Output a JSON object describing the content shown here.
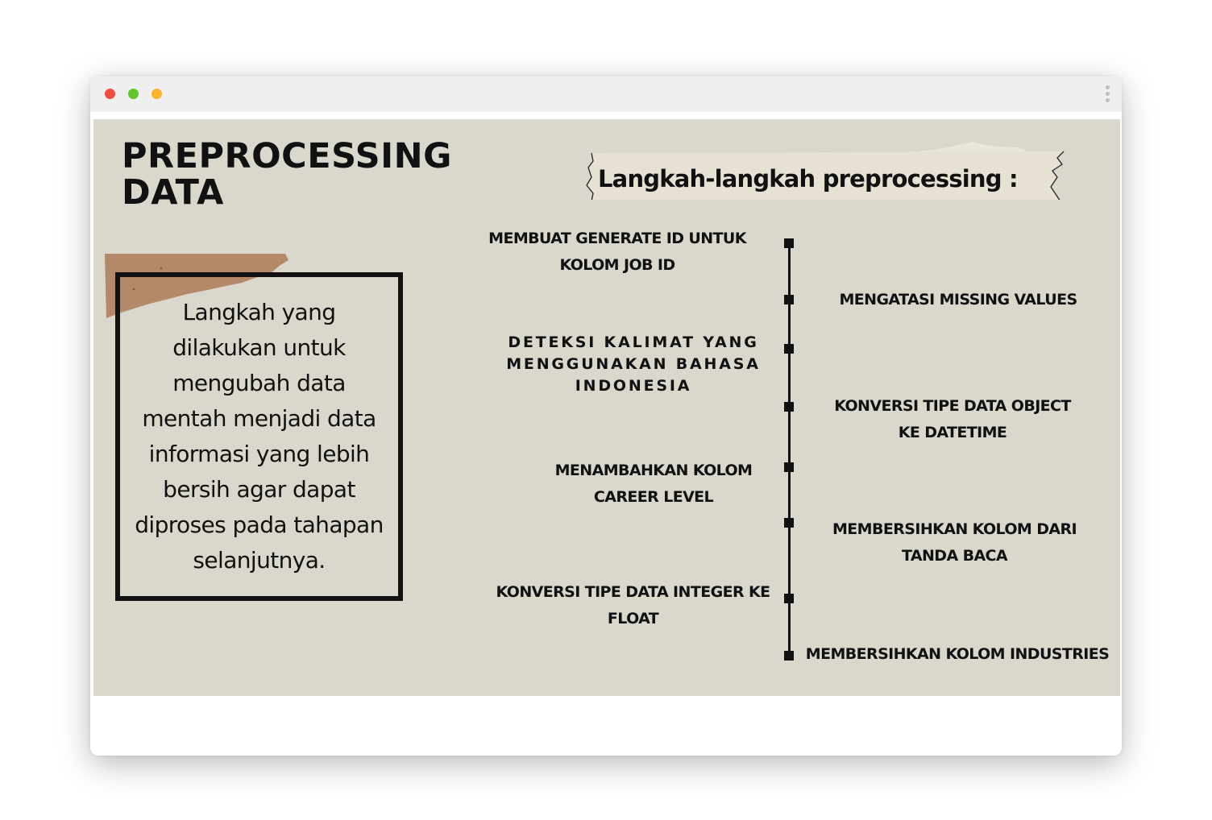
{
  "window": {
    "controls": [
      "close",
      "minimize",
      "zoom"
    ],
    "menu_icon": "more-vertical-icon"
  },
  "slide": {
    "title_line1": "PREPROCESSING",
    "title_line2": "DATA",
    "description": "Langkah yang dilakukan untuk mengubah data mentah menjadi data informasi yang lebih bersih agar dapat diproses pada tahapan selanjutnya.",
    "banner": "Langkah-langkah preprocessing :",
    "steps": [
      "MEMBUAT GENERATE ID UNTUK KOLOM JOB ID",
      "MENGATASI MISSING VALUES",
      "DETEKSI KALIMAT YANG MENGGUNAKAN BAHASA INDONESIA",
      "KONVERSI TIPE DATA OBJECT KE DATETIME",
      "MENAMBAHKAN KOLOM CAREER LEVEL",
      "MEMBERSIHKAN KOLOM DARI TANDA BACA",
      "KONVERSI TIPE DATA INTEGER KE FLOAT",
      "MEMBERSIHKAN KOLOM INDUSTRIES"
    ]
  },
  "colors": {
    "slide_bg": "#dad8cd",
    "text": "#111111",
    "tape": "#b8906f",
    "banner_paper": "#e7e1d4"
  }
}
